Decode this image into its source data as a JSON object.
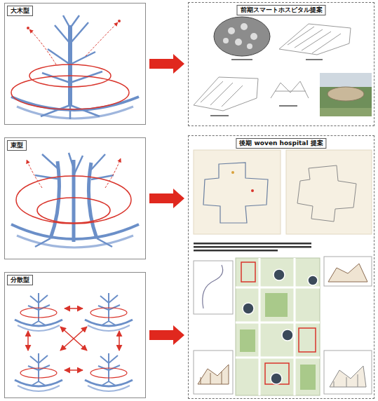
{
  "diagram": {
    "nodes": [
      {
        "text": [
          "大木型"
        ]
      },
      {
        "text": [
          "束型"
        ]
      },
      {
        "text": [
          "分散型"
        ]
      },
      {
        "text": [
          "前期スマートホスピタル提案"
        ]
      },
      {
        "text": [
          "後期 woven hospital 提案"
        ]
      }
    ],
    "edges": [
      {
        "from": 0,
        "to": 3,
        "arrow": "to"
      },
      {
        "from": 1,
        "to": 4,
        "arrow": "to"
      },
      {
        "from": 2,
        "to": 4,
        "arrow": "to"
      }
    ]
  }
}
